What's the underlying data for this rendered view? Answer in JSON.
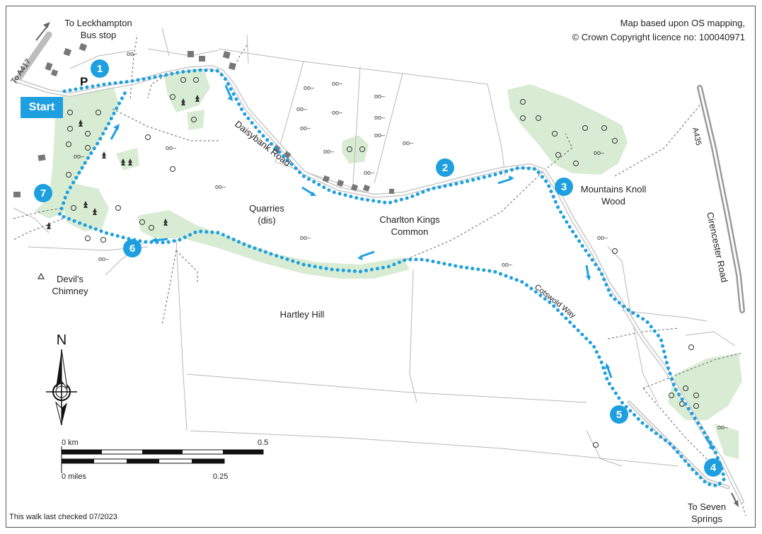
{
  "map": {
    "start_label": "Start",
    "parking_label": "P",
    "copyright_line1": "Map based upon OS mapping,",
    "copyright_line2": "© Crown Copyright licence no: 100040971",
    "checked_text": "This walk last checked 07/2023",
    "north_label": "N",
    "labels": {
      "leckhampton_1": "To Leckhampton",
      "leckhampton_2": "Bus stop",
      "a417": "To A417",
      "daisybank": "Daisybank Road",
      "charlton_1": "Charlton Kings",
      "charlton_2": "Common",
      "quarries_1": "Quarries",
      "quarries_2": "(dis)",
      "mountains_1": "Mountains Knoll",
      "mountains_2": "Wood",
      "a435": "A435",
      "cirencester": "Cirencester Road",
      "cotswold": "Cotswold Way",
      "hartley": "Hartley Hill",
      "devils_1": "Devil's",
      "devils_2": "Chimney",
      "seven_1": "To Seven",
      "seven_2": "Springs"
    },
    "waypoints": [
      "1",
      "2",
      "3",
      "4",
      "5",
      "6",
      "7"
    ],
    "scale": {
      "km_start": "0 km",
      "km_end": "0.5",
      "mi_start": "0 miles",
      "mi_end": "0.25"
    },
    "colors": {
      "route": "#1ea0e0",
      "woodland": "#d8ecd4",
      "road": "#b0b0b0"
    }
  }
}
